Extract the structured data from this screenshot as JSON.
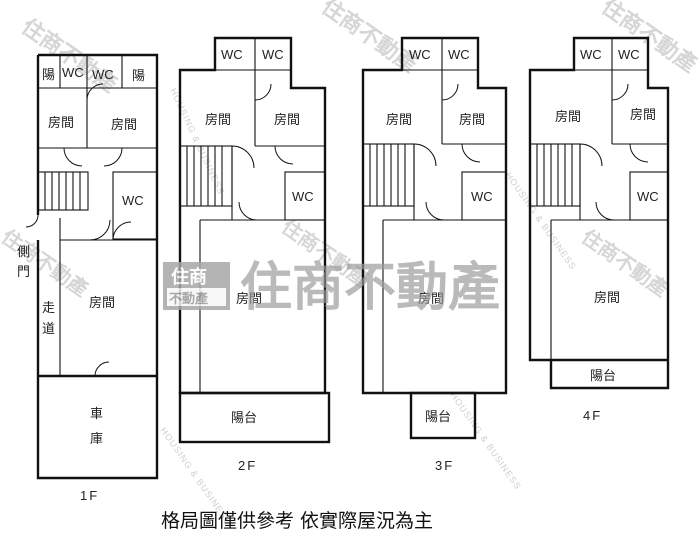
{
  "rooms": {
    "bedroom": "房間",
    "toilet": "WC",
    "balcony_short": "陽",
    "balcony": "陽台",
    "side_door_1": "側",
    "side_door_2": "門",
    "corridor_1": "走",
    "corridor_2": "道",
    "garage_1": "車",
    "garage_2": "庫"
  },
  "floors": {
    "f1": "1F",
    "f2": "2F",
    "f3": "3F",
    "f4": "4F"
  },
  "caption": "格局圖僅供參考 依實際屋況為主",
  "watermark": {
    "main": "住商不動產",
    "logo_top": "住商",
    "logo_bottom": "不動產",
    "english": "HOUSING & BUSINESS"
  }
}
